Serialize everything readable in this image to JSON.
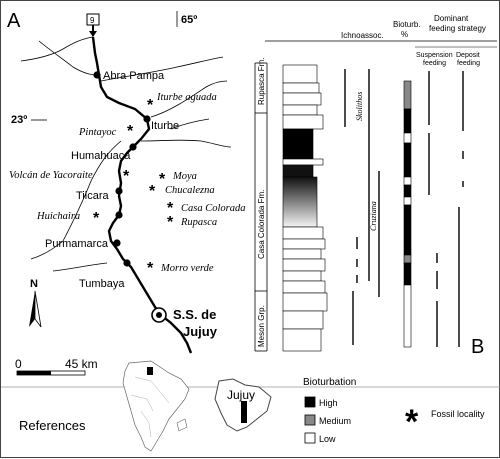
{
  "panel_a": {
    "letter": "A",
    "route_label": "9",
    "lat_label": "23º",
    "lon_label": "65º",
    "towns": [
      "Abra Pampa",
      "Iturbe",
      "Humahuaca",
      "Tilcara",
      "Purmamarca",
      "Tumbaya"
    ],
    "capital": [
      "S.S. de",
      "Jujuy"
    ],
    "localities": [
      "Iturbe aguada",
      "Pintayoc",
      "Volcán de Yacoraite",
      "Moya",
      "Chucalezna",
      "Casa Colorada",
      "Rupasca",
      "Huichaira",
      "Morro verde"
    ],
    "north": "N",
    "scale": {
      "zero": "0",
      "distance": "45 km"
    }
  },
  "panel_b": {
    "letter": "B",
    "headers": {
      "ichnoassoc": "Ichnoassoc.",
      "bioturb": "Bioturb.",
      "percent": "%",
      "dominant": "Dominant",
      "feeding_strategy": "feeding strategy",
      "suspension": "Suspension",
      "suspension2": "feeding",
      "deposit": "Deposit",
      "deposit2": "feeding"
    },
    "formations": [
      "Rupasca Fm.",
      "Casa Colorada Fm.",
      "Meson Grp."
    ],
    "ichnofacies": [
      "Skolithos",
      "Cruziana"
    ]
  },
  "references": {
    "label": "References",
    "jujuy": "Jujuy",
    "bioturbation_title": "Bioturbation",
    "levels": [
      {
        "label": "High",
        "color": "#000000"
      },
      {
        "label": "Medium",
        "color": "#888888"
      },
      {
        "label": "Low",
        "color": "#ffffff"
      }
    ],
    "fossil_locality": "Fossil locality"
  }
}
